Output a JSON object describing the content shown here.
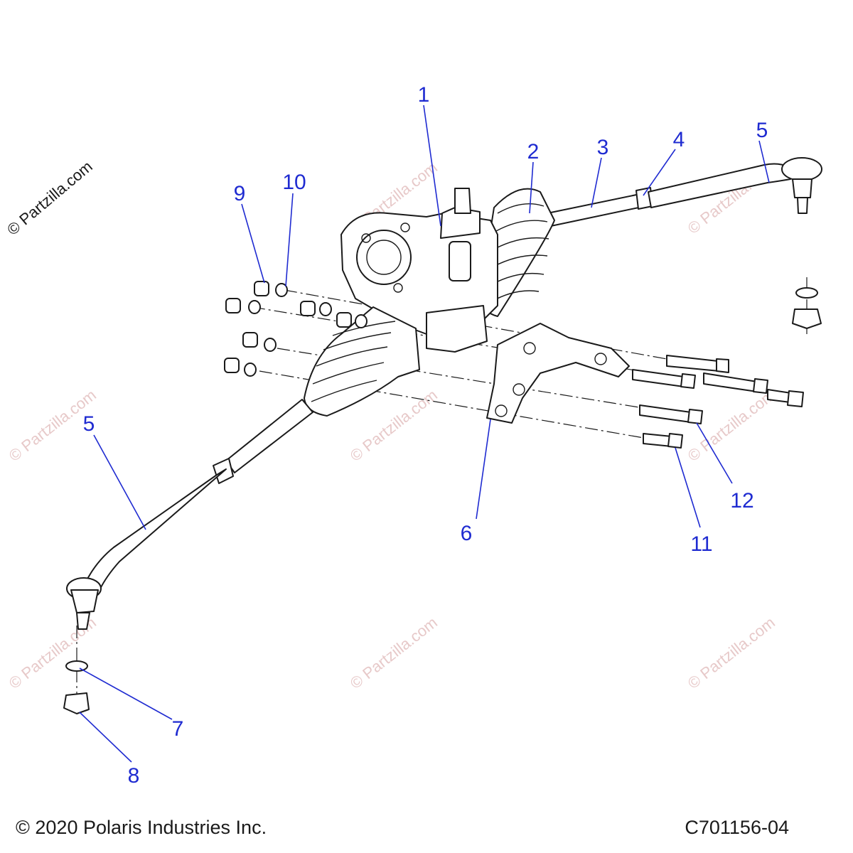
{
  "watermark": {
    "side_text": "© Partzilla.com",
    "tile_text": "© Partzilla.com"
  },
  "callouts": {
    "c1": "1",
    "c2": "2",
    "c3": "3",
    "c4": "4",
    "c5_right": "5",
    "c5_left": "5",
    "c6": "6",
    "c7": "7",
    "c8": "8",
    "c9": "9",
    "c10": "10",
    "c11": "11",
    "c12": "12"
  },
  "footer": {
    "copyright": "© 2020 Polaris Industries Inc.",
    "drawing_number": "C701156-04"
  },
  "colors": {
    "callout": "#1f2bd1",
    "watermark": "#e7c9c9",
    "line": "#1a1a1a"
  }
}
